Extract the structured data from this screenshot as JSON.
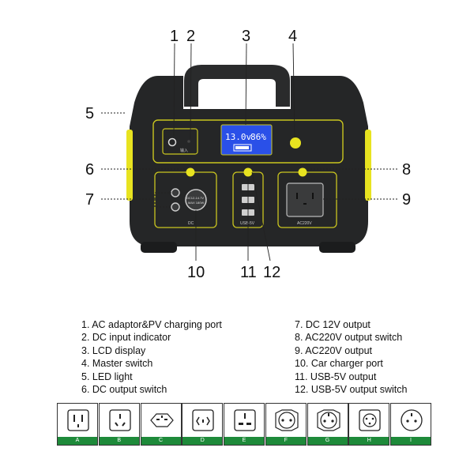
{
  "callouts": [
    "1",
    "2",
    "3",
    "4",
    "5",
    "6",
    "7",
    "8",
    "9",
    "10",
    "11",
    "12"
  ],
  "device": {
    "lcd_voltage": "13.0v",
    "lcd_percent": "86%",
    "input_label": "输入",
    "dc_label": "DC",
    "usb_label": "USB-5V",
    "ac_label": "AC220V",
    "car_port_text_1": "DC12-14.7V",
    "car_port_text_2": "MAX 180W"
  },
  "legend_left": [
    "1. AC adaptor&PV charging port",
    "2. DC input indicator",
    "3. LCD display",
    "4. Master switch",
    "5. LED light",
    "6. DC output switch"
  ],
  "legend_right": [
    "7. DC 12V output",
    "8. AC220V output switch",
    "9. AC220V output",
    "10. Car charger port",
    "11. USB-5V output",
    "12. USB-5V output switch"
  ],
  "socket_types": [
    "A",
    "B",
    "C",
    "D",
    "E",
    "F",
    "G",
    "H",
    "I"
  ],
  "colors": {
    "accent": "#e8e320",
    "body": "#252627",
    "tag": "#1e8a3a"
  }
}
